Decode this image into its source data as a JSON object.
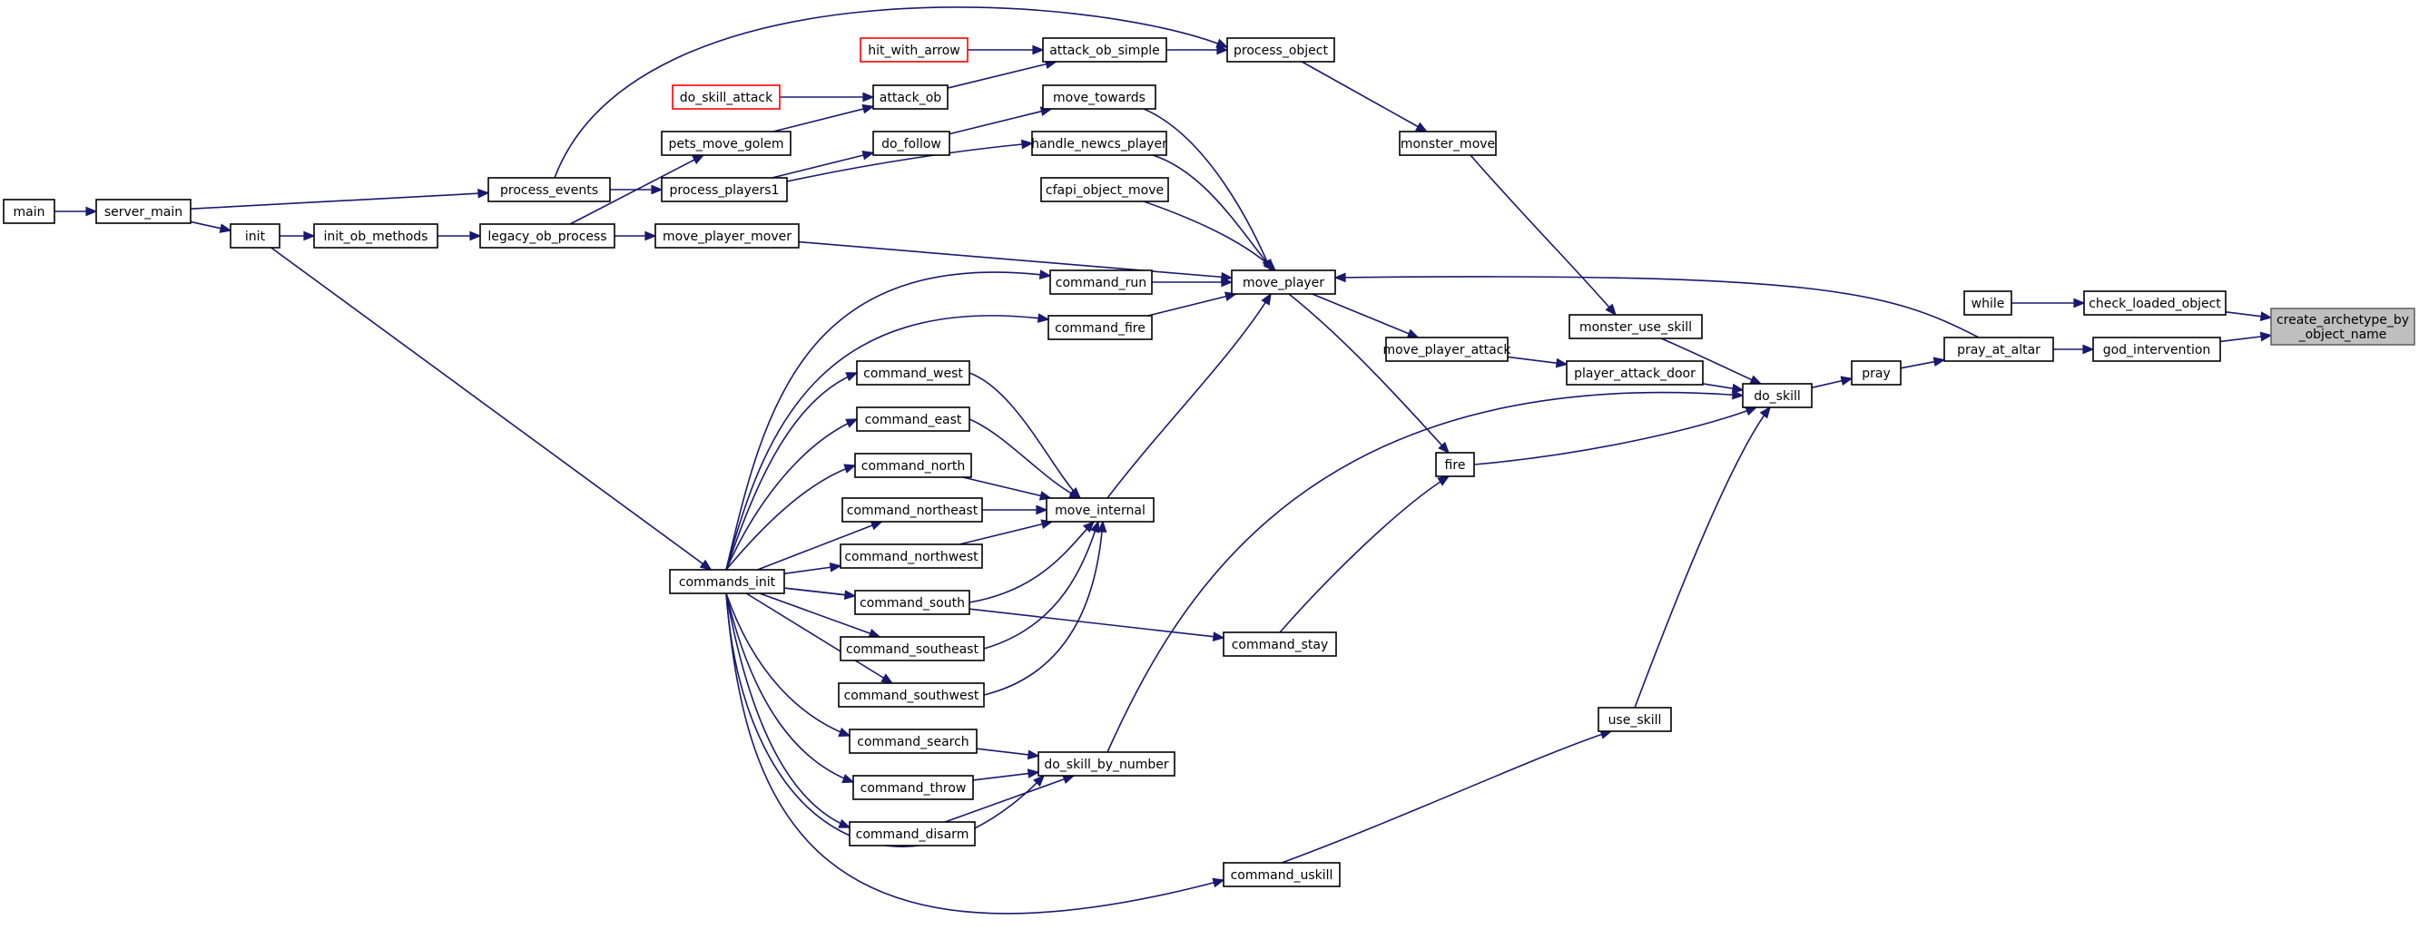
{
  "graph": {
    "colors": {
      "edge": "#191970",
      "node_border": "#000000",
      "undocumented_border": "#ff0000",
      "focus_fill": "#bfbfbf",
      "background": "#ffffff"
    },
    "nodes": {
      "main": {
        "label": "main"
      },
      "server_main": {
        "label": "server_main"
      },
      "init": {
        "label": "init"
      },
      "init_ob_methods": {
        "label": "init_ob_methods"
      },
      "legacy_ob_process": {
        "label": "legacy_ob_process"
      },
      "process_events": {
        "label": "process_events"
      },
      "process_players1": {
        "label": "process_players1"
      },
      "pets_move_golem": {
        "label": "pets_move_golem"
      },
      "do_skill_attack": {
        "label": "do_skill_attack",
        "style": "undoc"
      },
      "attack_ob": {
        "label": "attack_ob"
      },
      "hit_with_arrow": {
        "label": "hit_with_arrow",
        "style": "undoc"
      },
      "attack_ob_simple": {
        "label": "attack_ob_simple"
      },
      "do_follow": {
        "label": "do_follow"
      },
      "move_towards": {
        "label": "move_towards"
      },
      "handle_newcs_player": {
        "label": "handle_newcs_player"
      },
      "cfapi_object_move": {
        "label": "cfapi_object_move"
      },
      "move_player_mover": {
        "label": "move_player_mover"
      },
      "command_run": {
        "label": "command_run"
      },
      "command_fire": {
        "label": "command_fire"
      },
      "command_west": {
        "label": "command_west"
      },
      "command_east": {
        "label": "command_east"
      },
      "command_north": {
        "label": "command_north"
      },
      "command_northeast": {
        "label": "command_northeast"
      },
      "command_northwest": {
        "label": "command_northwest"
      },
      "command_south": {
        "label": "command_south"
      },
      "command_southeast": {
        "label": "command_southeast"
      },
      "command_southwest": {
        "label": "command_southwest"
      },
      "command_search": {
        "label": "command_search"
      },
      "command_throw": {
        "label": "command_throw"
      },
      "command_disarm": {
        "label": "command_disarm"
      },
      "commands_init": {
        "label": "commands_init"
      },
      "move_internal": {
        "label": "move_internal"
      },
      "do_skill_by_number": {
        "label": "do_skill_by_number"
      },
      "process_object": {
        "label": "process_object"
      },
      "monster_move": {
        "label": "monster_move"
      },
      "move_player": {
        "label": "move_player"
      },
      "move_player_attack": {
        "label": "move_player_attack"
      },
      "fire": {
        "label": "fire"
      },
      "command_stay": {
        "label": "command_stay"
      },
      "command_uskill": {
        "label": "command_uskill"
      },
      "monster_use_skill": {
        "label": "monster_use_skill"
      },
      "player_attack_door": {
        "label": "player_attack_door"
      },
      "do_skill": {
        "label": "do_skill"
      },
      "use_skill": {
        "label": "use_skill"
      },
      "pray": {
        "label": "pray"
      },
      "pray_at_altar": {
        "label": "pray_at_altar"
      },
      "while": {
        "label": "while"
      },
      "check_loaded_object": {
        "label": "check_loaded_object"
      },
      "god_intervention": {
        "label": "god_intervention"
      },
      "create_archetype_by_object_name": {
        "label": "create_archetype_by_object_name",
        "label_lines": [
          "create_archetype_by",
          "_object_name"
        ],
        "style": "focus"
      }
    },
    "edges": [
      [
        "main",
        "server_main"
      ],
      [
        "server_main",
        "init"
      ],
      [
        "init",
        "init_ob_methods"
      ],
      [
        "init_ob_methods",
        "legacy_ob_process"
      ],
      [
        "server_main",
        "process_events"
      ],
      [
        "process_events",
        "process_players1"
      ],
      [
        "legacy_ob_process",
        "pets_move_golem"
      ],
      [
        "process_events",
        "process_object"
      ],
      [
        "pets_move_golem",
        "attack_ob"
      ],
      [
        "do_skill_attack",
        "attack_ob"
      ],
      [
        "attack_ob",
        "attack_ob_simple"
      ],
      [
        "hit_with_arrow",
        "attack_ob_simple"
      ],
      [
        "attack_ob_simple",
        "process_object"
      ],
      [
        "process_players1",
        "do_follow"
      ],
      [
        "do_follow",
        "move_towards"
      ],
      [
        "process_players1",
        "handle_newcs_player"
      ],
      [
        "legacy_ob_process",
        "move_player_mover"
      ],
      [
        "init",
        "commands_init"
      ],
      [
        "commands_init",
        "command_run"
      ],
      [
        "commands_init",
        "command_fire"
      ],
      [
        "commands_init",
        "command_west"
      ],
      [
        "commands_init",
        "command_east"
      ],
      [
        "commands_init",
        "command_north"
      ],
      [
        "commands_init",
        "command_northeast"
      ],
      [
        "commands_init",
        "command_northwest"
      ],
      [
        "commands_init",
        "command_south"
      ],
      [
        "commands_init",
        "command_southeast"
      ],
      [
        "commands_init",
        "command_southwest"
      ],
      [
        "commands_init",
        "command_search"
      ],
      [
        "commands_init",
        "command_throw"
      ],
      [
        "commands_init",
        "command_disarm"
      ],
      [
        "commands_init",
        "command_stay"
      ],
      [
        "commands_init",
        "command_uskill"
      ],
      [
        "commands_init",
        "do_skill_by_number"
      ],
      [
        "command_west",
        "move_internal"
      ],
      [
        "command_east",
        "move_internal"
      ],
      [
        "command_north",
        "move_internal"
      ],
      [
        "command_northeast",
        "move_internal"
      ],
      [
        "command_northwest",
        "move_internal"
      ],
      [
        "command_south",
        "move_internal"
      ],
      [
        "command_southeast",
        "move_internal"
      ],
      [
        "command_southwest",
        "move_internal"
      ],
      [
        "command_search",
        "do_skill_by_number"
      ],
      [
        "command_throw",
        "do_skill_by_number"
      ],
      [
        "command_disarm",
        "do_skill_by_number"
      ],
      [
        "move_towards",
        "move_player"
      ],
      [
        "handle_newcs_player",
        "move_player"
      ],
      [
        "cfapi_object_move",
        "move_player"
      ],
      [
        "move_player_mover",
        "move_player"
      ],
      [
        "command_run",
        "move_player"
      ],
      [
        "command_fire",
        "move_player"
      ],
      [
        "move_internal",
        "move_player"
      ],
      [
        "process_object",
        "monster_move"
      ],
      [
        "monster_move",
        "monster_use_skill"
      ],
      [
        "move_player",
        "move_player_attack"
      ],
      [
        "move_player",
        "fire"
      ],
      [
        "command_stay",
        "fire"
      ],
      [
        "move_player_attack",
        "player_attack_door"
      ],
      [
        "monster_use_skill",
        "do_skill"
      ],
      [
        "player_attack_door",
        "do_skill"
      ],
      [
        "fire",
        "do_skill"
      ],
      [
        "do_skill_by_number",
        "do_skill"
      ],
      [
        "command_uskill",
        "use_skill"
      ],
      [
        "use_skill",
        "do_skill"
      ],
      [
        "do_skill",
        "pray"
      ],
      [
        "pray",
        "pray_at_altar"
      ],
      [
        "pray_at_altar",
        "move_player"
      ],
      [
        "pray_at_altar",
        "god_intervention"
      ],
      [
        "while",
        "check_loaded_object"
      ],
      [
        "check_loaded_object",
        "create_archetype_by_object_name"
      ],
      [
        "god_intervention",
        "create_archetype_by_object_name"
      ]
    ]
  }
}
